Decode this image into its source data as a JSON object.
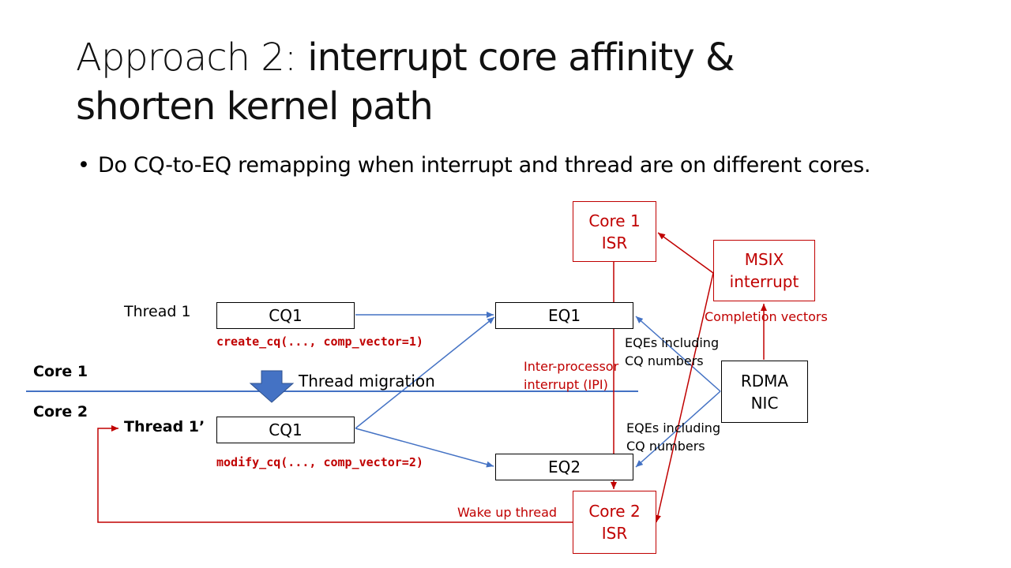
{
  "title": {
    "prefix": "Approach 2: ",
    "bold_line1": "interrupt core affinity &",
    "line2": "shorten kernel path"
  },
  "bullet": "Do CQ-to-EQ remapping when interrupt and thread are on different cores.",
  "diagram": {
    "thread1": "Thread 1",
    "thread1_prime": "Thread 1’",
    "cq1_top": "CQ1",
    "cq1_bottom": "CQ1",
    "eq1": "EQ1",
    "eq2": "EQ2",
    "create_cq": "create_cq(..., comp_vector=1)",
    "modify_cq": "modify_cq(..., comp_vector=2)",
    "core1_label": "Core 1",
    "core2_label": "Core 2",
    "thread_migration": "Thread migration",
    "core1_isr": "Core 1\nISR",
    "core2_isr": "Core 2\nISR",
    "msix": "MSIX\ninterrupt",
    "completion_vectors": "Completion vectors",
    "rdma_nic": "RDMA\nNIC",
    "eqes_top": "EQEs including\nCQ numbers",
    "eqes_bottom": "EQEs including\nCQ numbers",
    "ipi": "Inter-processor\ninterrupt (IPI)",
    "wake_up": "Wake up thread"
  },
  "colors": {
    "red": "#c00000",
    "blue": "#4472c4",
    "migration_arrow": "#4472c4"
  }
}
